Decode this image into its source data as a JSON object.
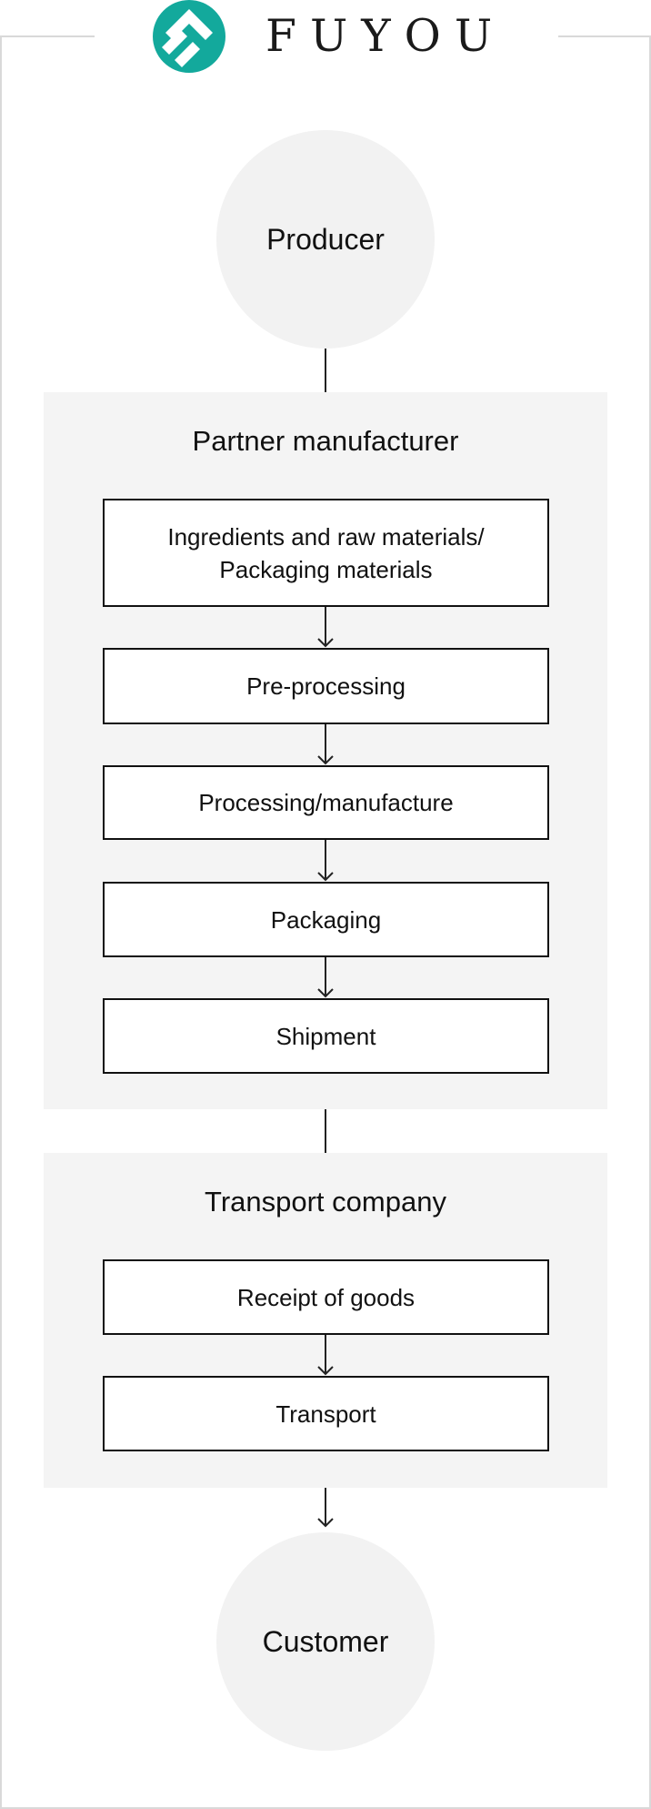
{
  "logo": {
    "brand_name": "FUYOU",
    "brand_color": "#13a99c",
    "icon": "diamond-logo-icon"
  },
  "producer": {
    "label": "Producer"
  },
  "partner": {
    "title": "Partner manufacturer",
    "steps": [
      "Ingredients and raw materials/\nPackaging materials",
      "Pre-processing",
      "Processing/manufacture",
      "Packaging",
      "Shipment"
    ]
  },
  "transport": {
    "title": "Transport company",
    "steps": [
      "Receipt of goods",
      "Transport"
    ]
  },
  "customer": {
    "label": "Customer"
  },
  "colors": {
    "panel_bg": "#f4f4f4",
    "circle_bg": "#f2f2f2",
    "line": "#222222"
  }
}
